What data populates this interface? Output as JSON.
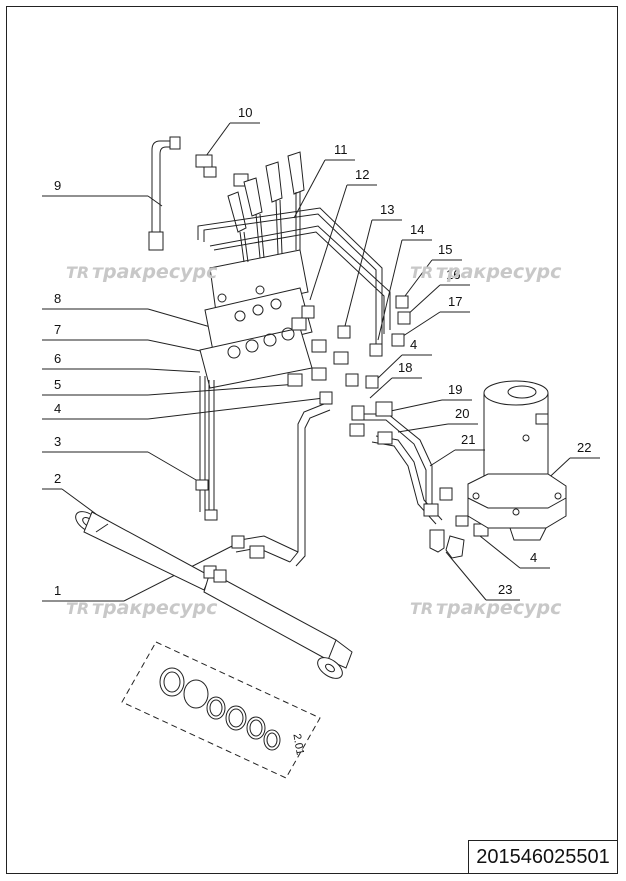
{
  "callouts": [
    "1",
    "2",
    "3",
    "4",
    "4",
    "4",
    "5",
    "6",
    "7",
    "8",
    "9",
    "10",
    "11",
    "12",
    "13",
    "14",
    "15",
    "16",
    "17",
    "18",
    "19",
    "20",
    "21",
    "22",
    "23"
  ],
  "detail_label": "2.01",
  "watermark": {
    "logo": "TR",
    "text": "тракресурс"
  },
  "part_number": "201546025501",
  "colors": {
    "line": "#222222",
    "watermark": "#c8c8c8"
  }
}
